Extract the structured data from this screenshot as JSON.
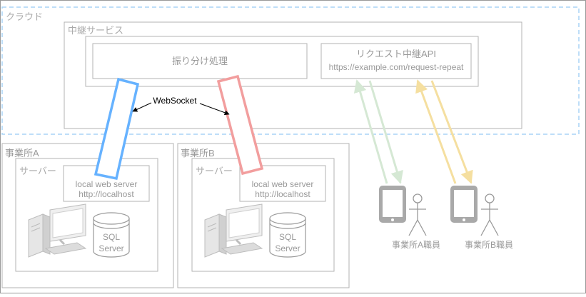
{
  "cloud": {
    "label": "クラウド"
  },
  "relay": {
    "label": "中継サービス",
    "dispatch_label": "振り分け処理",
    "api_name": "リクエスト中継API",
    "api_url": "https://example.com/request-repeat"
  },
  "websocket_label": "WebSocket",
  "offices": [
    {
      "label": "事業所A",
      "server_label": "サーバー",
      "web_server_line1": "local web server",
      "web_server_line2": "http://localhost",
      "db_line1": "SQL",
      "db_line2": "Server"
    },
    {
      "label": "事業所B",
      "server_label": "サーバー",
      "web_server_line1": "local web server",
      "web_server_line2": "http://localhost",
      "db_line1": "SQL",
      "db_line2": "Server"
    }
  ],
  "staff": [
    {
      "label": "事業所A職員"
    },
    {
      "label": "事業所B職員"
    }
  ],
  "colors": {
    "cloud_border": "#a9d4f5",
    "tunnel_a": "#66b2ff",
    "tunnel_b": "#f29e9e",
    "staff_a_arrows": "#d5e8d4",
    "staff_b_arrows": "#f5dfa0",
    "box_border": "#b3b3b3",
    "text_gray": "#999999"
  }
}
